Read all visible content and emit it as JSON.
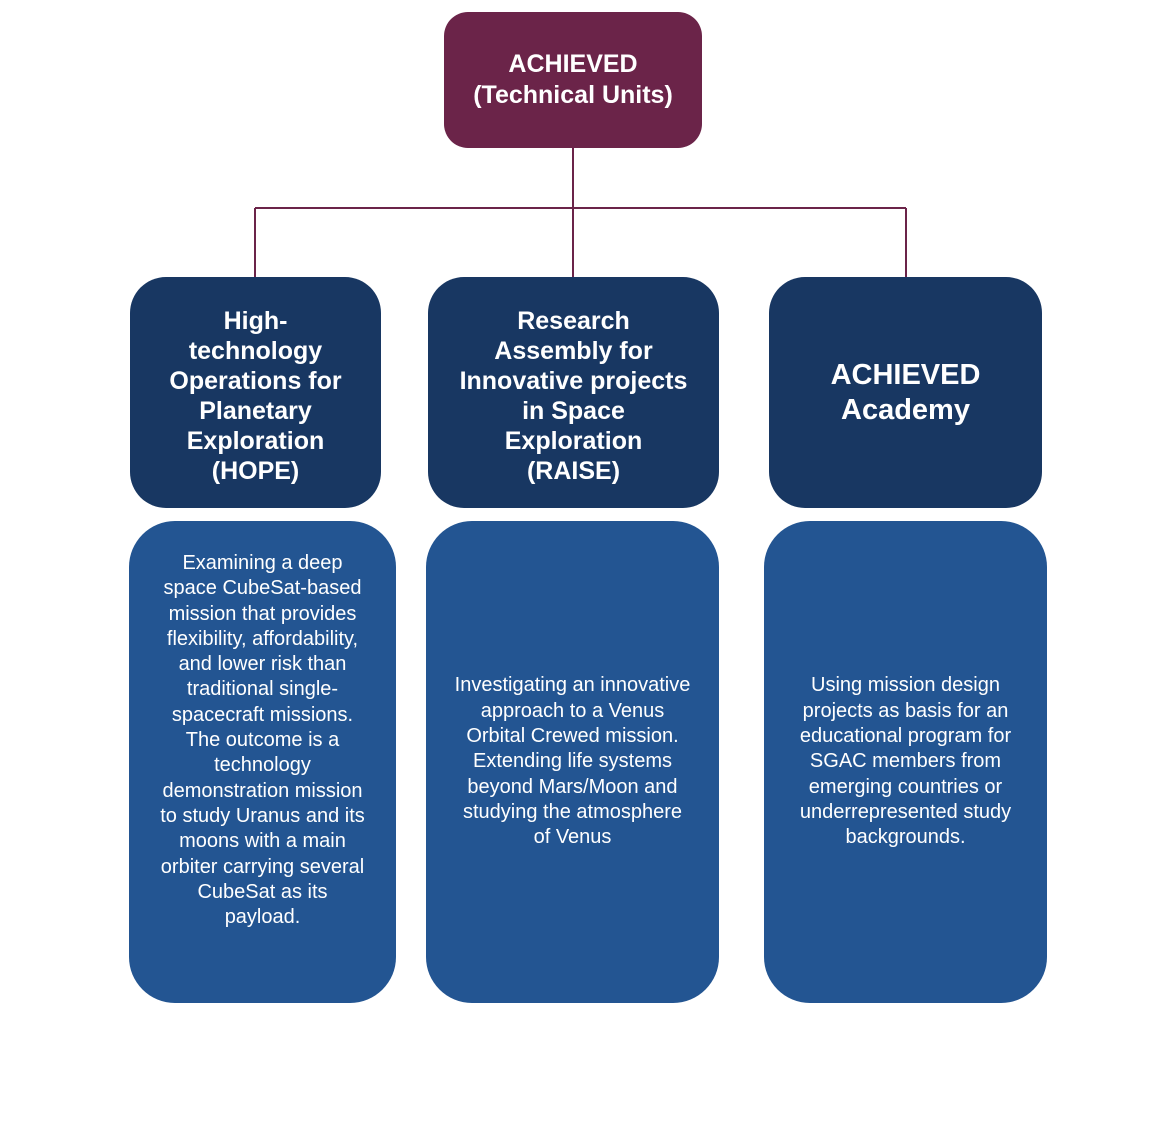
{
  "root": {
    "line1": "ACHIEVED",
    "line2": "(Technical Units)"
  },
  "units": [
    {
      "title": "High-technology Operations for Planetary Exploration (HOPE)",
      "description": "Examining a deep space CubeSat-based mission that provides flexibility, affordability, and lower risk than traditional single-spacecraft missions. The outcome is a technology demonstration mission to study Uranus and its moons with a main orbiter carrying several CubeSat as its payload."
    },
    {
      "title": "Research Assembly for Innovative projects in Space Exploration (RAISE)",
      "description": "Investigating an innovative approach to a Venus Orbital Crewed mission. Extending life systems beyond Mars/Moon and studying the atmosphere of Venus"
    },
    {
      "title": "ACHIEVED Academy",
      "description": "Using mission design projects as basis for an educational program for SGAC members from emerging countries or underrepresented study backgrounds."
    }
  ],
  "colors": {
    "root": "#6b2449",
    "unit": "#183762",
    "description": "#235592",
    "connector": "#6b2449"
  }
}
